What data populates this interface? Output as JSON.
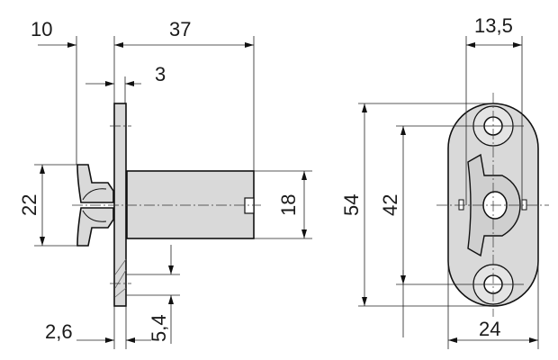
{
  "drawing": {
    "side_view": {
      "dim_overhang": "10",
      "dim_length": "37",
      "dim_plate": "3",
      "dim_clip_height": "22",
      "dim_body_height": "18",
      "dim_plate_thickness": "2,6",
      "dim_countersink": "5,4"
    },
    "front_view": {
      "dim_width_inner": "13,5",
      "dim_total_height": "54",
      "dim_hole_spacing": "42",
      "dim_width": "24"
    }
  }
}
